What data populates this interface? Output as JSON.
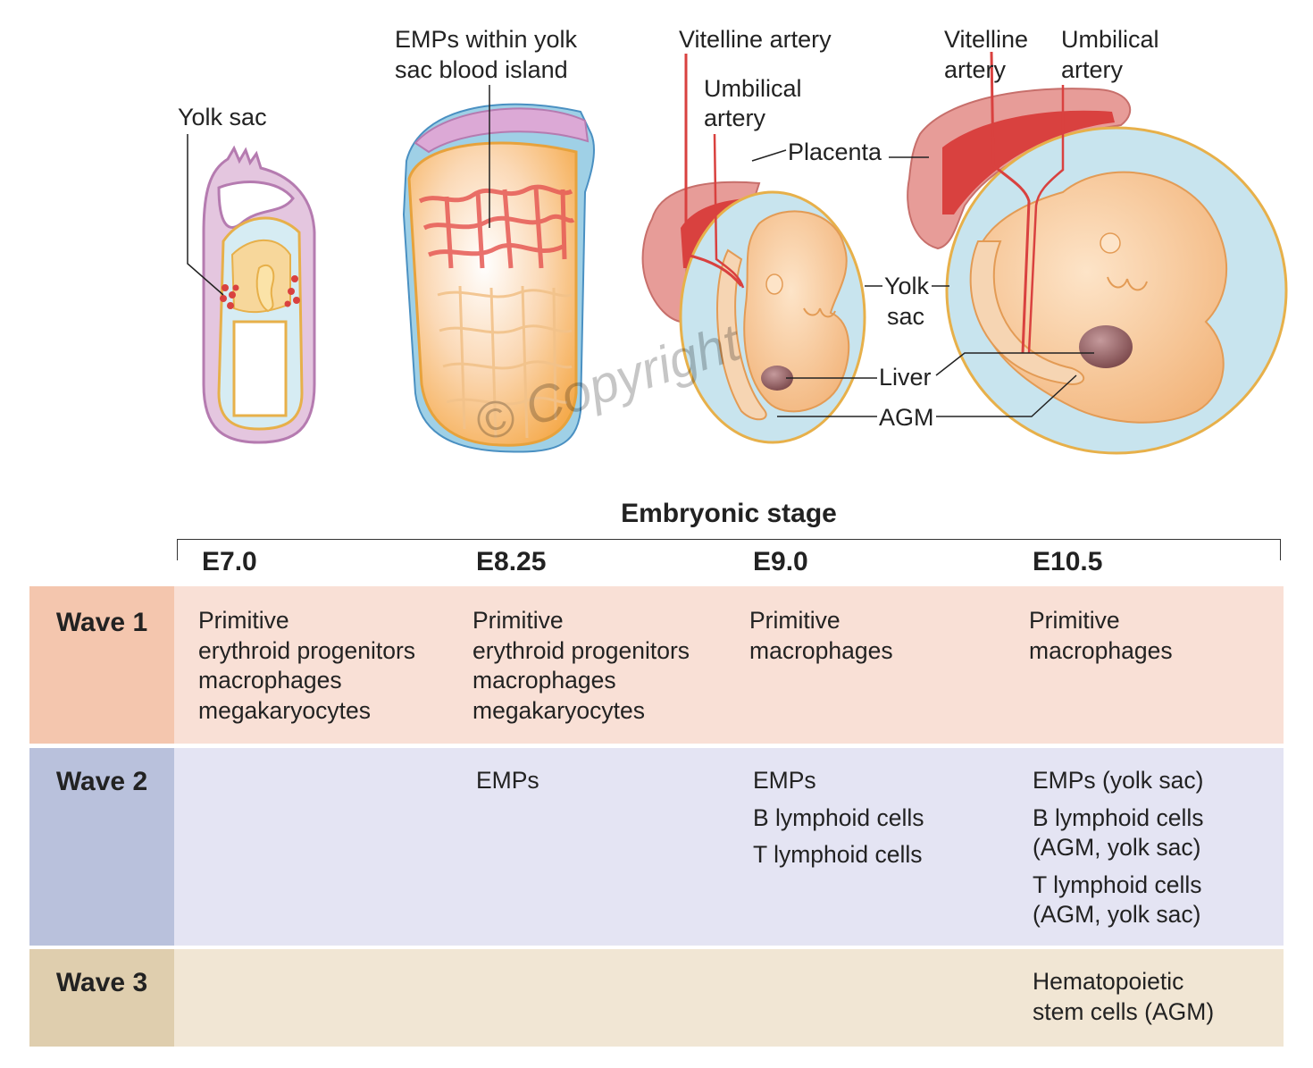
{
  "figure": {
    "labels": {
      "yolk_sac_1": "Yolk sac",
      "emps_line1": "EMPs within yolk",
      "emps_line2": "sac blood island",
      "vitelline_1": "Vitelline artery",
      "umbilical_1_line1": "Umbilical",
      "umbilical_1_line2": "artery",
      "placenta": "Placenta",
      "yolk_sac_2_line1": "Yolk",
      "yolk_sac_2_line2": "sac",
      "liver": "Liver",
      "agm": "AGM",
      "vitelline_2_line1": "Vitelline",
      "vitelline_2_line2": "artery",
      "umbilical_2_line1": "Umbilical",
      "umbilical_2_line2": "artery"
    },
    "watermark": "© Copyright",
    "colors": {
      "yolk_membrane": "#c98fc4",
      "embryo": "#f6c58f",
      "amnion_fluid": "#c8e4ee",
      "placenta": "#e79c98",
      "vessel": "#d9413f",
      "liver": "#8c5a5c"
    }
  },
  "table": {
    "title": "Embryonic stage",
    "stages": [
      "E7.0",
      "E8.25",
      "E9.0",
      "E10.5"
    ],
    "waves": [
      {
        "label": "Wave 1",
        "head_color": "#f4c6ae",
        "body_color": "#f9e0d6",
        "cells": [
          [
            "Primitive",
            "erythroid progenitors",
            "macrophages",
            "megakaryocytes"
          ],
          [
            "Primitive",
            "erythroid progenitors",
            "macrophages",
            "megakaryocytes"
          ],
          [
            "Primitive",
            "macrophages"
          ],
          [
            "Primitive",
            "macrophages"
          ]
        ]
      },
      {
        "label": "Wave 2",
        "head_color": "#b9c1dc",
        "body_color": "#e4e4f3",
        "cells": [
          [],
          [
            "EMPs"
          ],
          [
            "EMPs",
            "B lymphoid cells",
            "T lymphoid cells"
          ],
          [
            "EMPs (yolk sac)",
            "B lymphoid cells",
            "(AGM, yolk sac)",
            "T lymphoid cells",
            "(AGM, yolk sac)"
          ]
        ]
      },
      {
        "label": "Wave 3",
        "head_color": "#dfceae",
        "body_color": "#f1e6d4",
        "cells": [
          [],
          [],
          [],
          [
            "Hematopoietic",
            "stem cells (AGM)"
          ]
        ]
      }
    ]
  }
}
